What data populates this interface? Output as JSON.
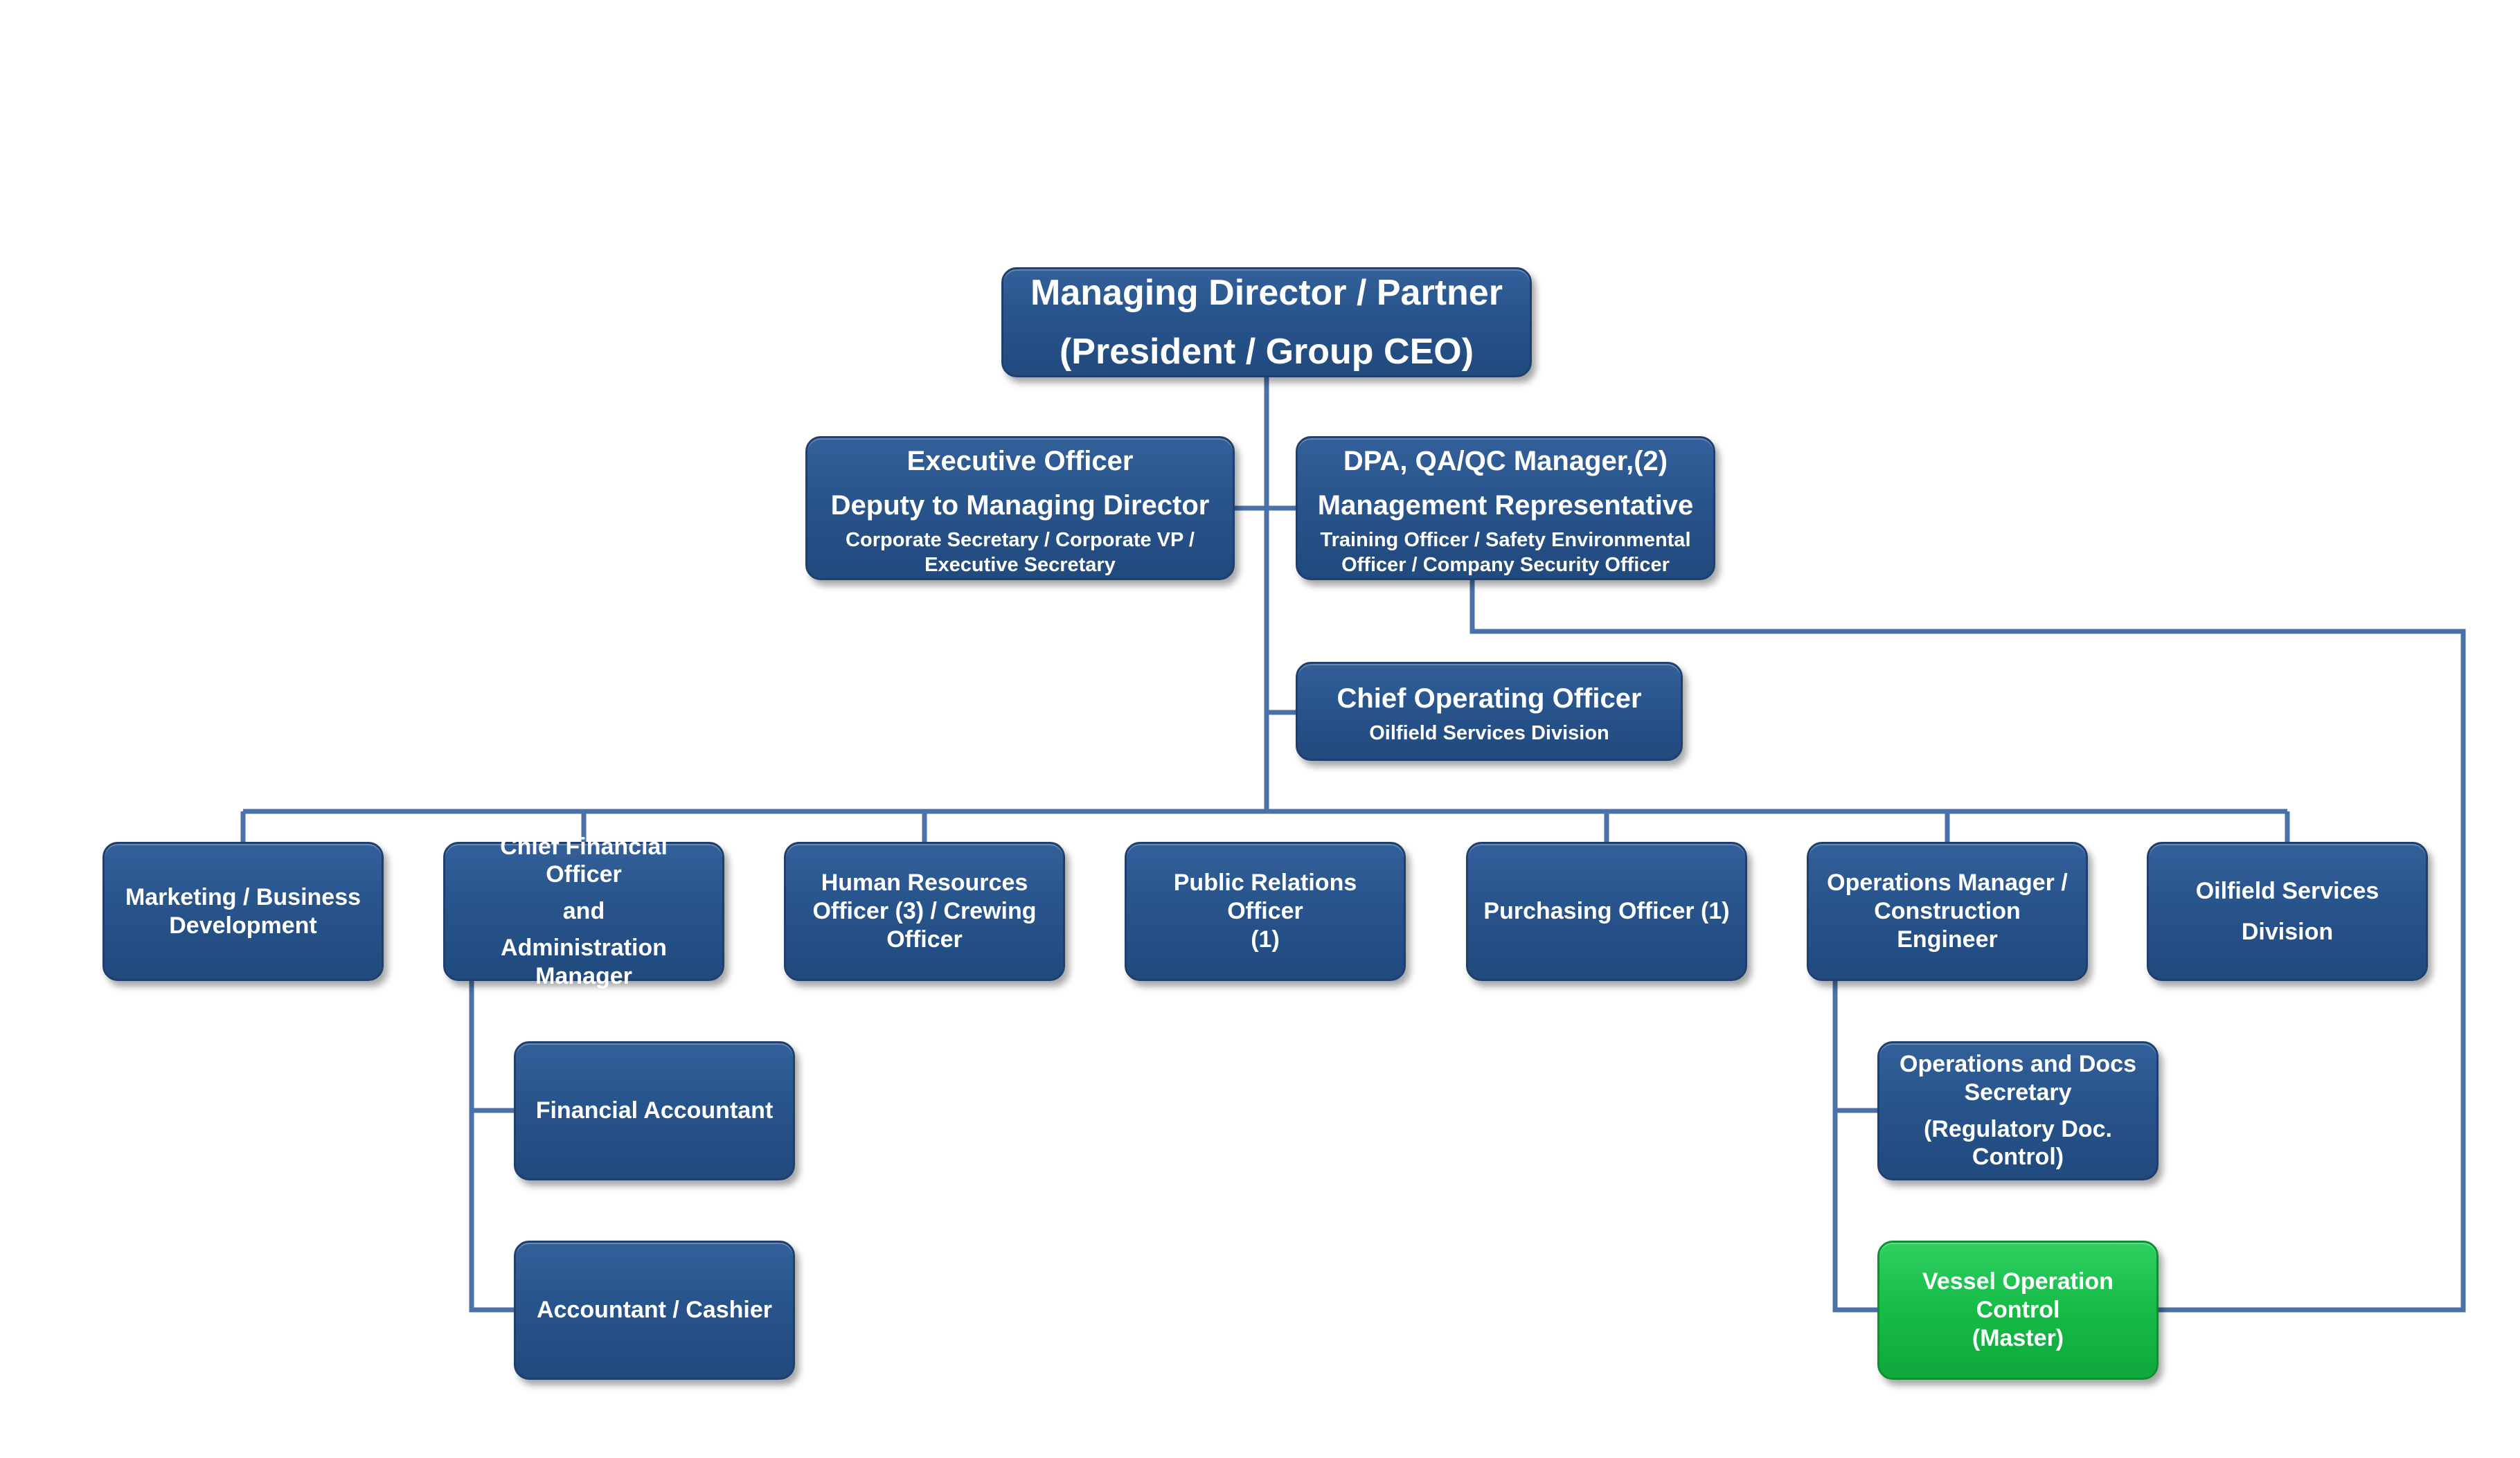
{
  "colors": {
    "node_fill": "#28548c",
    "node_border": "#1f3f6e",
    "highlight_fill": "#16bb48",
    "connector": "#4a72a8",
    "text": "#ffffff"
  },
  "nodes": {
    "managing_director": {
      "line1": "Managing Director / Partner",
      "line2": "(President / Group CEO)"
    },
    "executive_officer": {
      "line1": "Executive Officer",
      "line2": "Deputy to Managing Director",
      "line3": "Corporate Secretary / Corporate VP /",
      "line4": "Executive Secretary"
    },
    "dpa_manager": {
      "line1": "DPA, QA/QC  Manager,(2)",
      "line2": "Management Representative",
      "line3": "Training Officer / Safety Environmental",
      "line4": "Officer / Company Security Officer"
    },
    "coo": {
      "line1": "Chief Operating Officer",
      "line2": "Oilfield Services Division"
    },
    "marketing": {
      "line1": "Marketing / Business",
      "line2": "Development"
    },
    "cfo": {
      "line1": "Chief Financial Officer",
      "line2": "and",
      "line3": "Administration Manager"
    },
    "hr": {
      "line1": "Human Resources",
      "line2": "Officer (3) / Crewing",
      "line3": "Officer"
    },
    "pr": {
      "line1": "Public Relations Officer",
      "line2": "(1)"
    },
    "purchasing": {
      "line1": "Purchasing Officer (1)"
    },
    "ops_manager": {
      "line1": "Operations Manager /",
      "line2": "Construction Engineer"
    },
    "oilfield": {
      "line1": "Oilfield Services",
      "line2": "Division"
    },
    "financial_accountant": {
      "line1": "Financial Accountant"
    },
    "accountant_cashier": {
      "line1": "Accountant / Cashier"
    },
    "ops_docs": {
      "line1": "Operations and Docs",
      "line2": "Secretary",
      "line3": "(Regulatory Doc.",
      "line4": "Control)"
    },
    "vessel_control": {
      "line1": "Vessel Operation Control",
      "line2": "(Master)"
    }
  }
}
